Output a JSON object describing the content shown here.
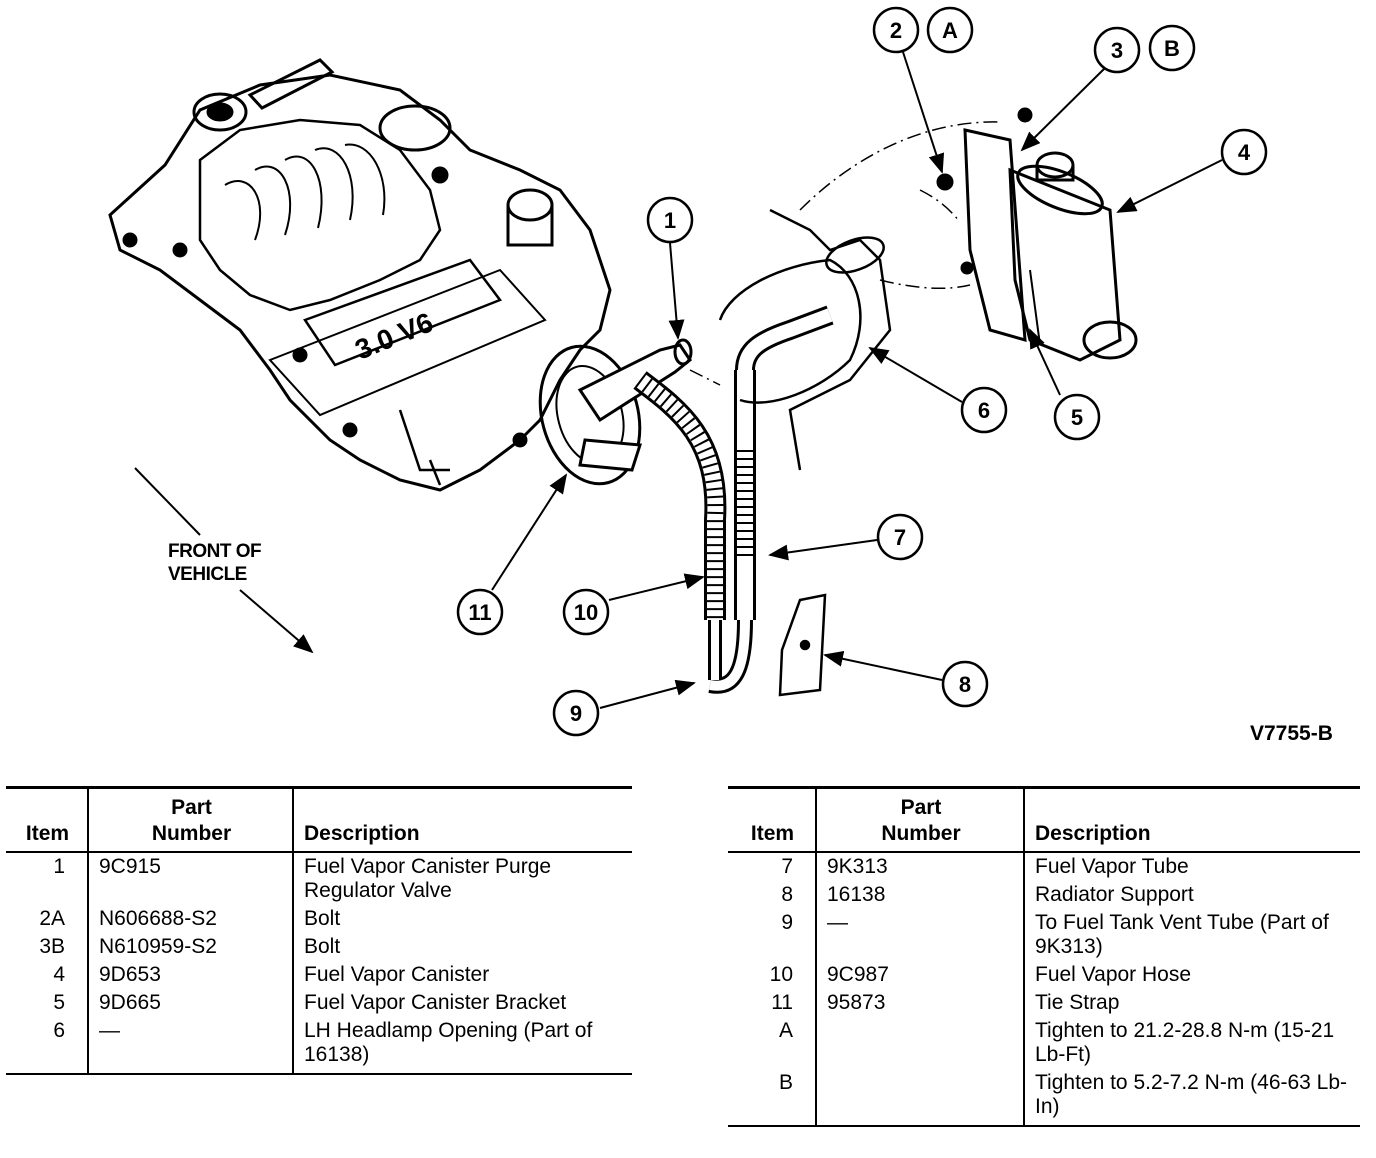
{
  "diagram": {
    "callouts": {
      "c1": "1",
      "c2": "2",
      "cA": "A",
      "c3": "3",
      "cB": "B",
      "c4": "4",
      "c5": "5",
      "c6": "6",
      "c7": "7",
      "c8": "8",
      "c9": "9",
      "c10": "10",
      "c11": "11"
    },
    "front_label_line1": "FRONT OF",
    "front_label_line2": "VEHICLE",
    "figure_code": "V7755-B"
  },
  "table_headers": {
    "item": "Item",
    "part_line1": "Part",
    "part_line2": "Number",
    "description": "Description"
  },
  "left_table": [
    {
      "item": "1",
      "part": "9C915",
      "desc": "Fuel Vapor Canister Purge Regulator Valve"
    },
    {
      "item": "2A",
      "part": "N606688-S2",
      "desc": "Bolt"
    },
    {
      "item": "3B",
      "part": "N610959-S2",
      "desc": "Bolt"
    },
    {
      "item": "4",
      "part": "9D653",
      "desc": "Fuel Vapor Canister"
    },
    {
      "item": "5",
      "part": "9D665",
      "desc": "Fuel Vapor Canister Bracket"
    },
    {
      "item": "6",
      "part": "—",
      "desc": "LH Headlamp Opening (Part of 16138)"
    }
  ],
  "right_table": [
    {
      "item": "7",
      "part": "9K313",
      "desc": "Fuel Vapor Tube"
    },
    {
      "item": "8",
      "part": "16138",
      "desc": "Radiator Support"
    },
    {
      "item": "9",
      "part": "—",
      "desc": "To Fuel Tank Vent Tube (Part of 9K313)"
    },
    {
      "item": "10",
      "part": "9C987",
      "desc": "Fuel Vapor Hose"
    },
    {
      "item": "11",
      "part": "95873",
      "desc": "Tie Strap"
    },
    {
      "item": "A",
      "part": "",
      "desc": "Tighten to 21.2-28.8 N-m (15-21 Lb-Ft)"
    },
    {
      "item": "B",
      "part": "",
      "desc": "Tighten to 5.2-7.2 N-m (46-63 Lb-In)"
    }
  ]
}
